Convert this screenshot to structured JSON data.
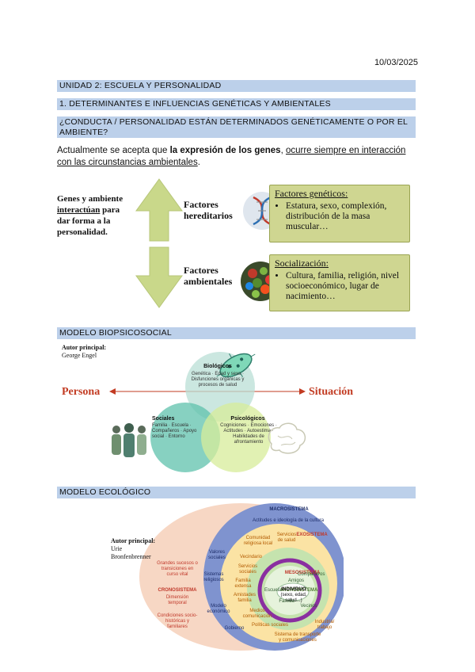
{
  "date": "10/03/2025",
  "headers": {
    "unit": "UNIDAD 2: ESCUELA Y PERSONALIDAD",
    "section1": "1. DETERMINANTES E INFLUENCIAS GENÉTICAS Y AMBIENTALES",
    "question": "¿CONDUCTA / PERSONALIDAD ESTÁN DETERMINADOS GENÉTICAMENTE O POR EL AMBIENTE?",
    "biopsico": "MODELO BIOPSICOSOCIAL",
    "ecologico": "MODELO ECOLÓGICO"
  },
  "intro": {
    "part1": "Actualmente se acepta que ",
    "bold": "la expresión de los genes",
    "part2": ", ",
    "underlined": "ocurre siempre en interacción con las circunstancias ambientales",
    "end": "."
  },
  "genes_note": {
    "line1": "Genes y ambiente",
    "underlined": "interactúan",
    "line2": " para dar forma a la personalidad."
  },
  "factors": {
    "hereditary": "Factores hereditarios",
    "environmental": "Factores ambientales",
    "genetic_box": {
      "title": "Factores genéticos:",
      "item": "Estatura, sexo, complexión, distribución de la masa muscular…"
    },
    "social_box": {
      "title": "Socialización:",
      "item": "Cultura, familia, religión, nivel socioeconómico, lugar de nacimiento…"
    }
  },
  "biopsico": {
    "author_label": "Autor principal:",
    "author": "George Engel",
    "left_label": "Persona",
    "right_label": "Situación",
    "bio_title": "Biológicos",
    "bio_text": "Genética · Edad y sexo · Disfunciones orgánicas y procesos de salud",
    "social_title": "Sociales",
    "social_text": "Familia · Escuela · Compañeros · Apoyo social · Entorno",
    "psico_title": "Psicológicos",
    "psico_text": "Cogniciones · Emociones · Actitudes · Autoestima · Habilidades de afrontamiento"
  },
  "ecologico": {
    "author_label": "Autor principal:",
    "author_line1": "Urie",
    "author_line2": "Bronfenbrenner",
    "macro": "MACROSISTEMA",
    "macro_sub": "Actitudes e ideología de la cultura",
    "exo": "EXOSISTEMA",
    "meso": "MESOSISTEMA",
    "micro": "MICROSISTEMA",
    "individuo": "INDIVIDUO",
    "individuo_sub": "(sexo, edad, salud...)",
    "labels_outer": [
      "Valores sociales",
      "Sistemas religiosos",
      "Modelo económico",
      "Gobierno"
    ],
    "labels_exo": [
      "Vecindario",
      "Servicios sociales",
      "Familia extensa",
      "Amistades familia",
      "Medios comunicación",
      "Políticas sociales",
      "Comunidad religiosa local",
      "Servicios de salud",
      "Industria/ trabajo",
      "Sistema de transporte y comunicaciones"
    ],
    "labels_micro": [
      "Escuela",
      "Familia",
      "Amigos",
      "Compañeros",
      "Vecinos"
    ],
    "left_notes": [
      "Grandes sucesos o transiciones en curso vital",
      "CRONOSISTEMA",
      "Dimensión temporal",
      "Condiciones socio-históricas y familiares"
    ]
  }
}
